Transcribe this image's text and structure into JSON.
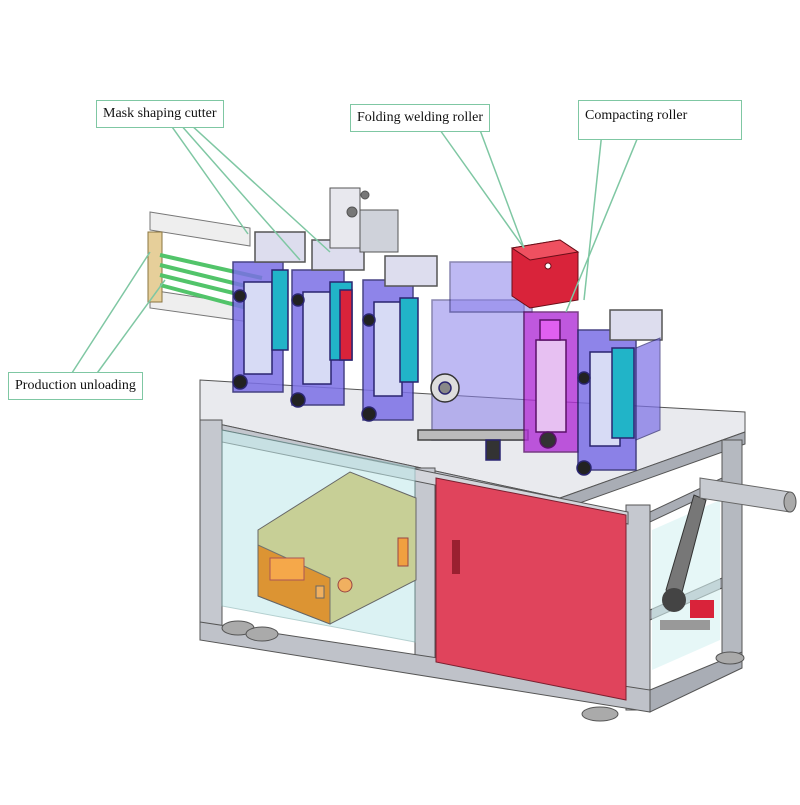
{
  "labels": {
    "mask_shaping_cutter": "Mask shaping cutter",
    "folding_welding_roller": "Folding welding roller",
    "compacting_roller": "Compacting roller",
    "production_unloading": "Production unloading"
  },
  "colors": {
    "frame": "#b8bcc4",
    "frame_dark": "#7d818a",
    "station": "#7b6fe6",
    "station_highlight": "#b02fd6",
    "roller": "#21b4c8",
    "belt": "#52c46a",
    "heater_box": "#d9233a",
    "cabinet_door": "#e0445c",
    "generator": "#c7cf96",
    "generator_panel": "#e08a22",
    "callout_line": "#7fc7a3",
    "glass": "#bfe9ea"
  }
}
